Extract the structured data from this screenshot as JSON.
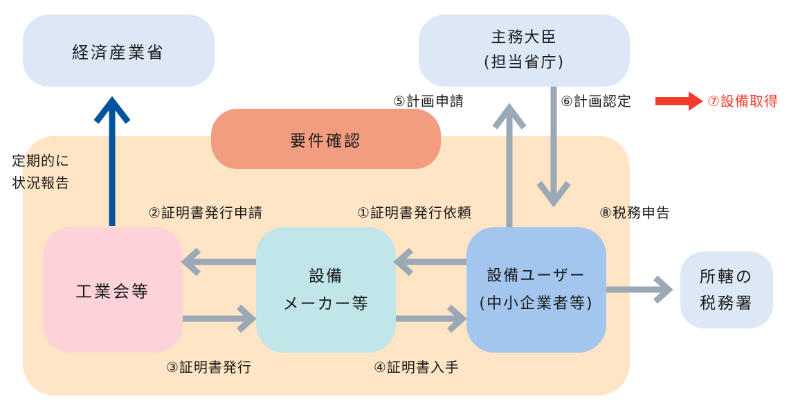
{
  "colors": {
    "region": "#fde5c5",
    "ministry_box": "#dce8f6",
    "requirement_box": "#f29c80",
    "association_box": "#fdd3d9",
    "maker_box": "#c0e6e9",
    "user_box": "#a3c6ee",
    "report_arrow": "#02539e",
    "flow_arrow": "#9ba8b5",
    "highlight": "#f23b2c"
  },
  "nodes": {
    "meti": "経済産業省",
    "minister": {
      "line1": "主務大臣",
      "line2": "(担当省庁)"
    },
    "requirement_check": "要件確認",
    "industry_association": "工業会等",
    "equipment_maker": {
      "line1": "設備",
      "line2": "メーカー等"
    },
    "equipment_user": {
      "line1": "設備ユーザー",
      "line2": "(中小企業者等)"
    },
    "tax_office": {
      "line1": "所轄の",
      "line2": "税務署"
    }
  },
  "labels": {
    "periodic_report": {
      "line1": "定期的に",
      "line2": "状況報告"
    },
    "step1": "①証明書発行依頼",
    "step2": "②証明書発行申請",
    "step3": "③証明書発行",
    "step4": "④証明書入手",
    "step5": "⑤計画申請",
    "step6": "⑥計画認定",
    "step7": "⑦設備取得",
    "step8": "⑧税務申告"
  }
}
